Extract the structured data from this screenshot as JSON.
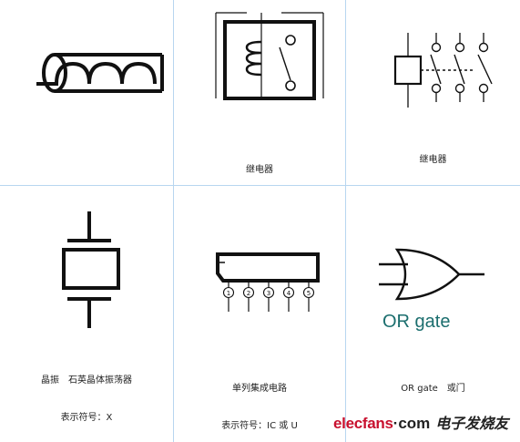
{
  "cells": {
    "inductor": {
      "caption": ""
    },
    "relay_single": {
      "caption": "继电器"
    },
    "relay_multi": {
      "caption": "继电器"
    },
    "crystal": {
      "caption": "晶振　石英晶体振荡器",
      "symbol_text": "表示符号：X"
    },
    "sip_ic": {
      "caption": "单列集成电路",
      "symbol_text": "表示符号：IC 或 U",
      "pins": [
        "1",
        "2",
        "3",
        "4",
        "5"
      ]
    },
    "or_gate": {
      "gate_text": "OR gate",
      "caption": "OR gate　或门"
    }
  },
  "watermark": {
    "brand": "elecfans",
    "dot": "·",
    "suffix": "com",
    "cn": "电子发烧友"
  },
  "colors": {
    "grid": "#b8d6f0",
    "ink": "#111111",
    "gate_text": "#1b6e6e",
    "brand": "#c8102e"
  }
}
